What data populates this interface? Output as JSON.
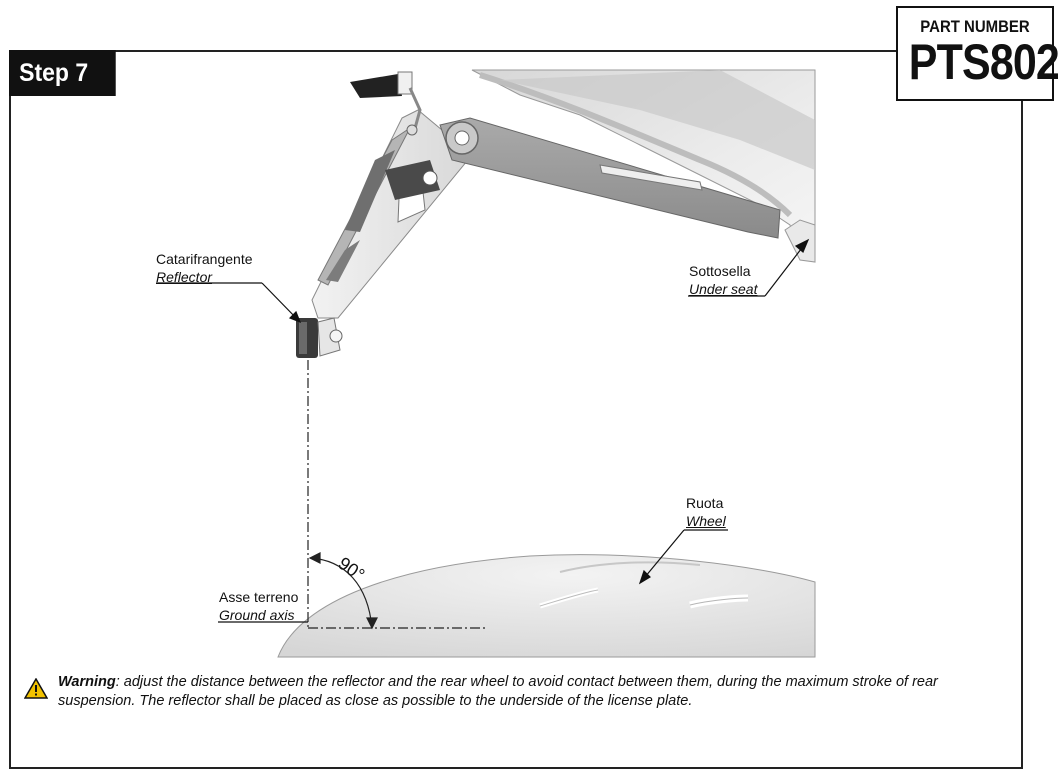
{
  "header": {
    "step_label": "Step 7",
    "part_number_label": "PART NUMBER",
    "part_number": "PTS802"
  },
  "labels": {
    "reflector_it": "Catarifrangente",
    "reflector_en": "Reflector",
    "under_seat_it": "Sottosella",
    "under_seat_en": "Under seat",
    "wheel_it": "Ruota",
    "wheel_en": "Wheel",
    "ground_axis_it": "Asse terreno",
    "ground_axis_en": "Ground axis",
    "angle": "90°"
  },
  "warning": {
    "title": "Warning",
    "text": ": adjust the distance between the reflector and the rear wheel to avoid contact between them, during the maximum stroke of rear suspension. The reflector shall be placed as close as possible to the underside of the license plate."
  },
  "icons": {
    "warning": "warning-triangle-icon"
  }
}
